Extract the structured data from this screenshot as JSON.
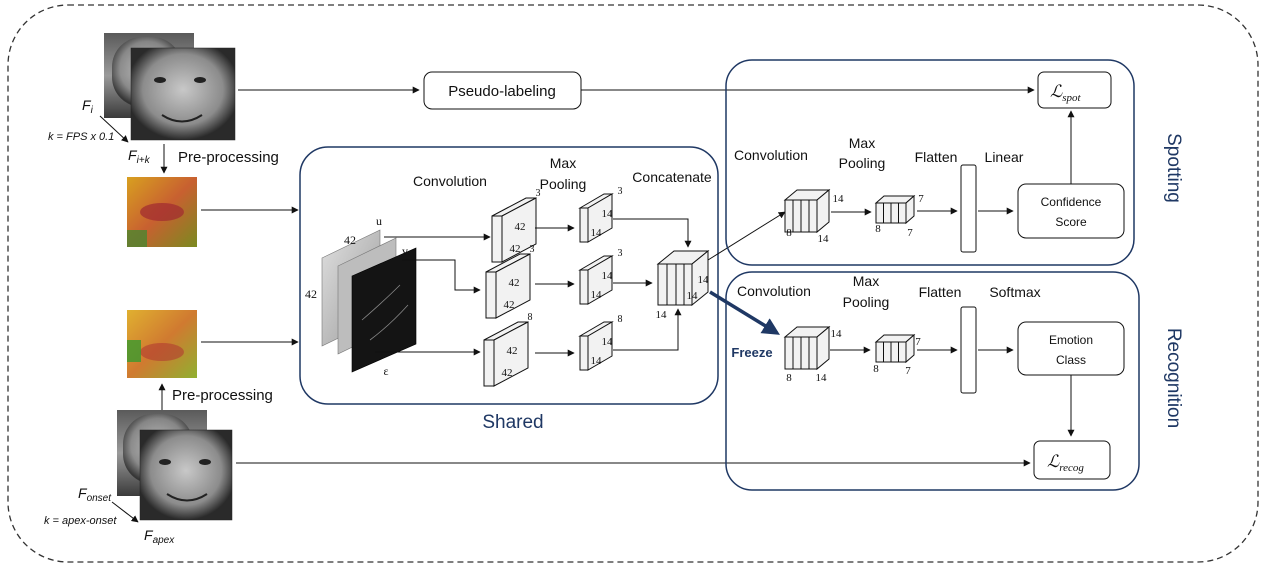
{
  "inputs": {
    "top": {
      "frame_a": "F",
      "frame_a_sub": "i",
      "frame_b": "F",
      "frame_b_sub": "i+k",
      "k_rule": "k = FPS x 0.1",
      "preprocess": "Pre-processing"
    },
    "bottom": {
      "frame_a": "F",
      "frame_a_sub": "onset",
      "frame_b": "F",
      "frame_b_sub": "apex",
      "k_rule": "k = apex-onset",
      "preprocess": "Pre-processing"
    }
  },
  "pseudo_label": "Pseudo-labeling",
  "shared": {
    "title": "Shared",
    "convolution": "Convolution",
    "max_pooling": [
      "Max",
      "Pooling"
    ],
    "concatenate": "Concatenate",
    "stack": {
      "size_h": "42",
      "size_w": "42",
      "labels": [
        "u",
        "v",
        "ε"
      ]
    },
    "conv_blocks": [
      {
        "channels": "3",
        "h": "42",
        "w": "42"
      },
      {
        "channels": "3",
        "h": "42",
        "w": "42"
      },
      {
        "channels": "8",
        "h": "42",
        "w": "42"
      }
    ],
    "pool_blocks": [
      {
        "channels": "3",
        "h": "14",
        "w": "14"
      },
      {
        "channels": "3",
        "h": "14",
        "w": "14"
      },
      {
        "channels": "8",
        "h": "14",
        "w": "14"
      }
    ],
    "concat_block": {
      "h": "14",
      "w": "14",
      "d": "14"
    }
  },
  "spotting": {
    "title": "Spotting",
    "convolution": "Convolution",
    "max_pooling": [
      "Max",
      "Pooling"
    ],
    "flatten": "Flatten",
    "head": "Linear",
    "conv_dims": {
      "c": "8",
      "h": "14",
      "w": "14"
    },
    "pool_dims": {
      "c": "8",
      "h": "7",
      "w": "7"
    },
    "output": [
      "Confidence",
      "Score"
    ],
    "loss": "spot"
  },
  "recognition": {
    "title": "Recognition",
    "convolution": "Convolution",
    "max_pooling": [
      "Max",
      "Pooling"
    ],
    "flatten": "Flatten",
    "head": "Softmax",
    "freeze": "Freeze",
    "conv_dims": {
      "c": "8",
      "h": "14",
      "w": "14"
    },
    "pool_dims": {
      "c": "8",
      "h": "7",
      "w": "7"
    },
    "output": [
      "Emotion",
      "Class"
    ],
    "loss": "recog"
  },
  "colors": {
    "panel_border": "#1f3864",
    "freeze_arrow": "#1f3864",
    "title_text": "#1f3864",
    "outer_border": "#333333"
  }
}
